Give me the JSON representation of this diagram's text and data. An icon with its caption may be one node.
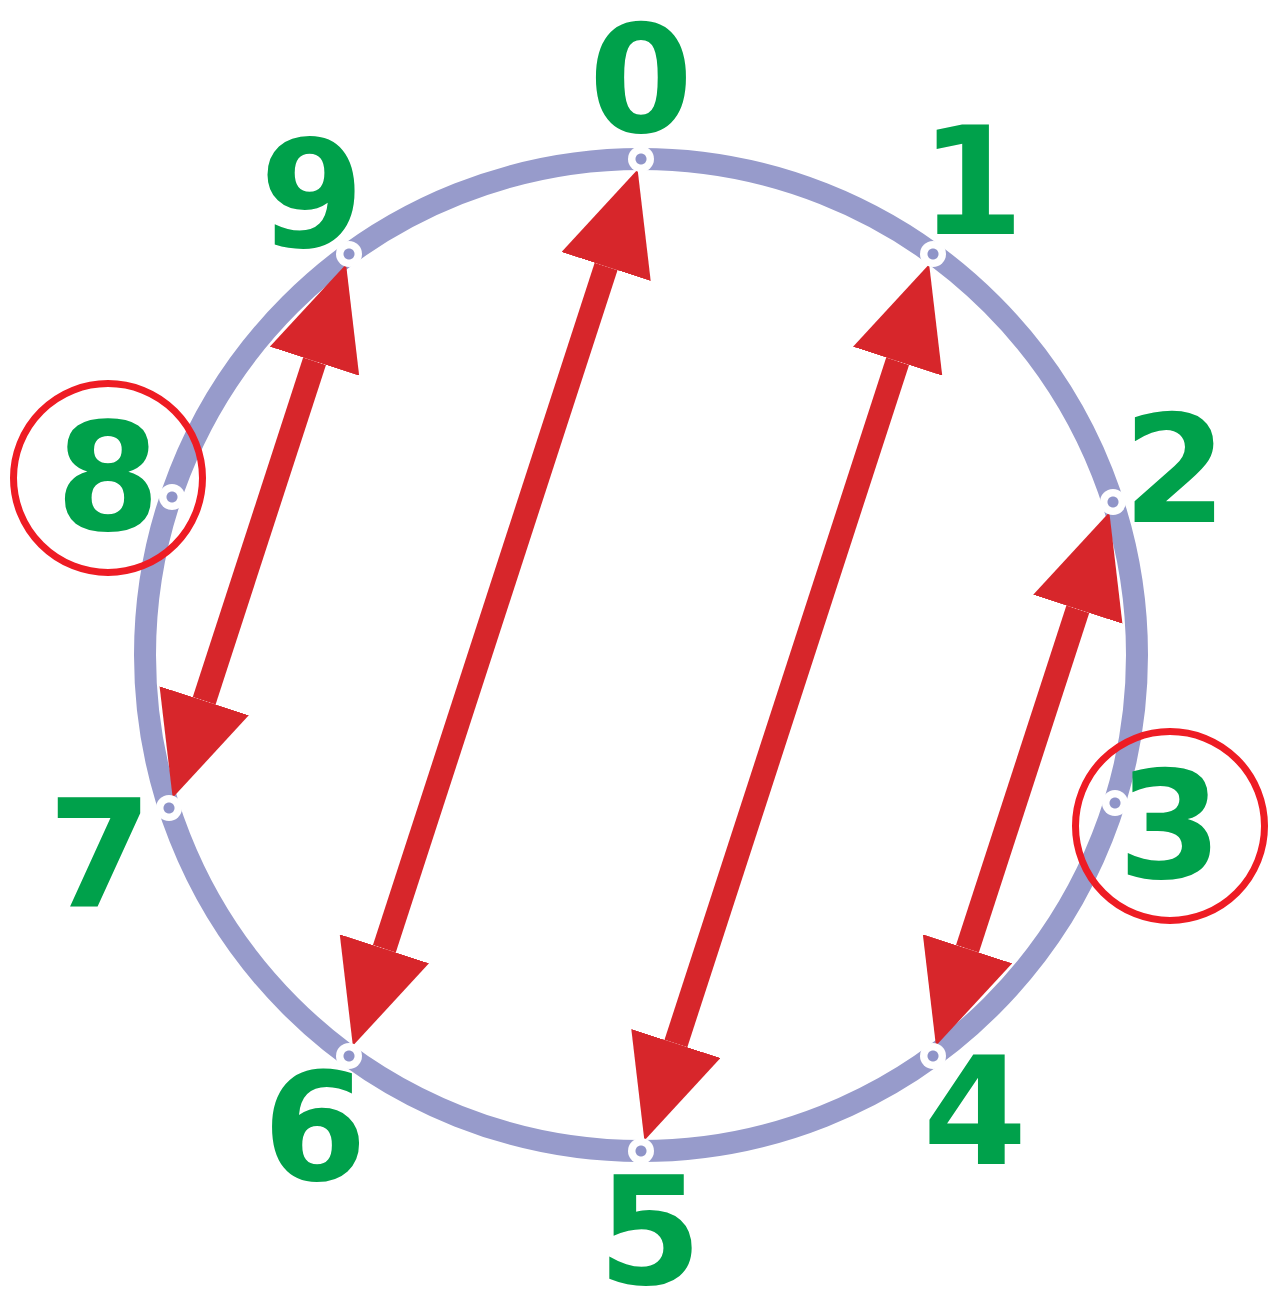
{
  "diagram": {
    "nodes": [
      {
        "text": [],
        "shape": "circle",
        "beside": [
          "0"
        ]
      },
      {
        "text": [],
        "shape": "circle",
        "beside": [
          "1"
        ]
      },
      {
        "text": [],
        "shape": "circle",
        "beside": [
          "2"
        ]
      },
      {
        "text": [],
        "shape": "circle",
        "in": 11
      },
      {
        "text": [],
        "shape": "circle",
        "beside": [
          "4"
        ]
      },
      {
        "text": [],
        "shape": "circle",
        "beside": [
          "5"
        ]
      },
      {
        "text": [],
        "shape": "circle",
        "beside": [
          "6"
        ]
      },
      {
        "text": [],
        "shape": "circle",
        "beside": [
          "7"
        ]
      },
      {
        "text": [],
        "shape": "circle",
        "in": 10
      },
      {
        "text": [],
        "shape": "circle",
        "beside": [
          "9"
        ]
      },
      {
        "text": [
          "8"
        ]
      },
      {
        "text": [
          "3"
        ]
      }
    ],
    "edges": [
      {
        "from": 9,
        "to": 7,
        "arrow": "both"
      },
      {
        "from": 0,
        "to": 6,
        "arrow": "both"
      },
      {
        "from": 1,
        "to": 5,
        "arrow": "both"
      },
      {
        "from": 2,
        "to": 4,
        "arrow": "both"
      }
    ]
  }
}
